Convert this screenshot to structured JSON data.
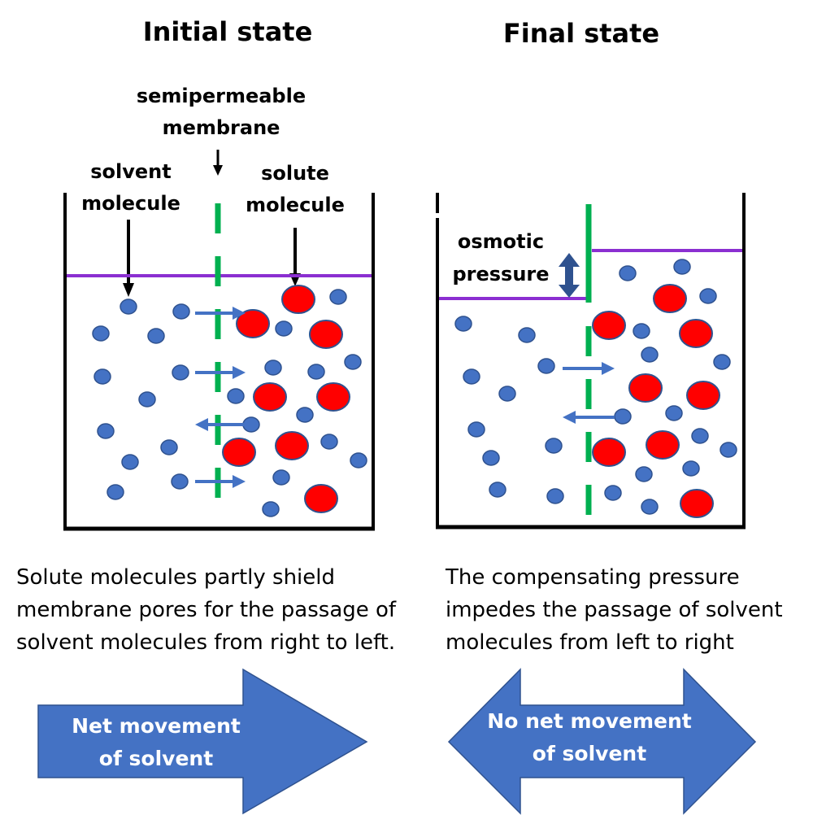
{
  "colors": {
    "solvent": "#4472c4",
    "solute": "#ff0000",
    "membrane": "#00b050",
    "water_level": "#8b2fd1",
    "flow_arrow": "#4472c4",
    "big_arrow": "#4472c4",
    "container": "#000000"
  },
  "initial": {
    "title": "Initial state",
    "membrane_label": [
      "semipermeable",
      "membrane"
    ],
    "solvent_label": [
      "solvent",
      "molecule"
    ],
    "solute_label": [
      "solute",
      "molecule"
    ],
    "caption": [
      "Solute molecules partly shield",
      "membrane pores for the passage of",
      "solvent molecules from right to left."
    ],
    "big_arrow_text": [
      "Net movement",
      "of solvent"
    ],
    "flow_arrows": [
      "right",
      "right",
      "left",
      "right"
    ]
  },
  "final": {
    "title": "Final state",
    "pressure_label": [
      "osmotic",
      "pressure"
    ],
    "caption": [
      "The compensating pressure",
      "impedes the passage of solvent",
      "molecules from left to right"
    ],
    "big_arrow_text": [
      "No net movement",
      "of solvent"
    ],
    "flow_arrows": [
      "right",
      "left"
    ]
  }
}
